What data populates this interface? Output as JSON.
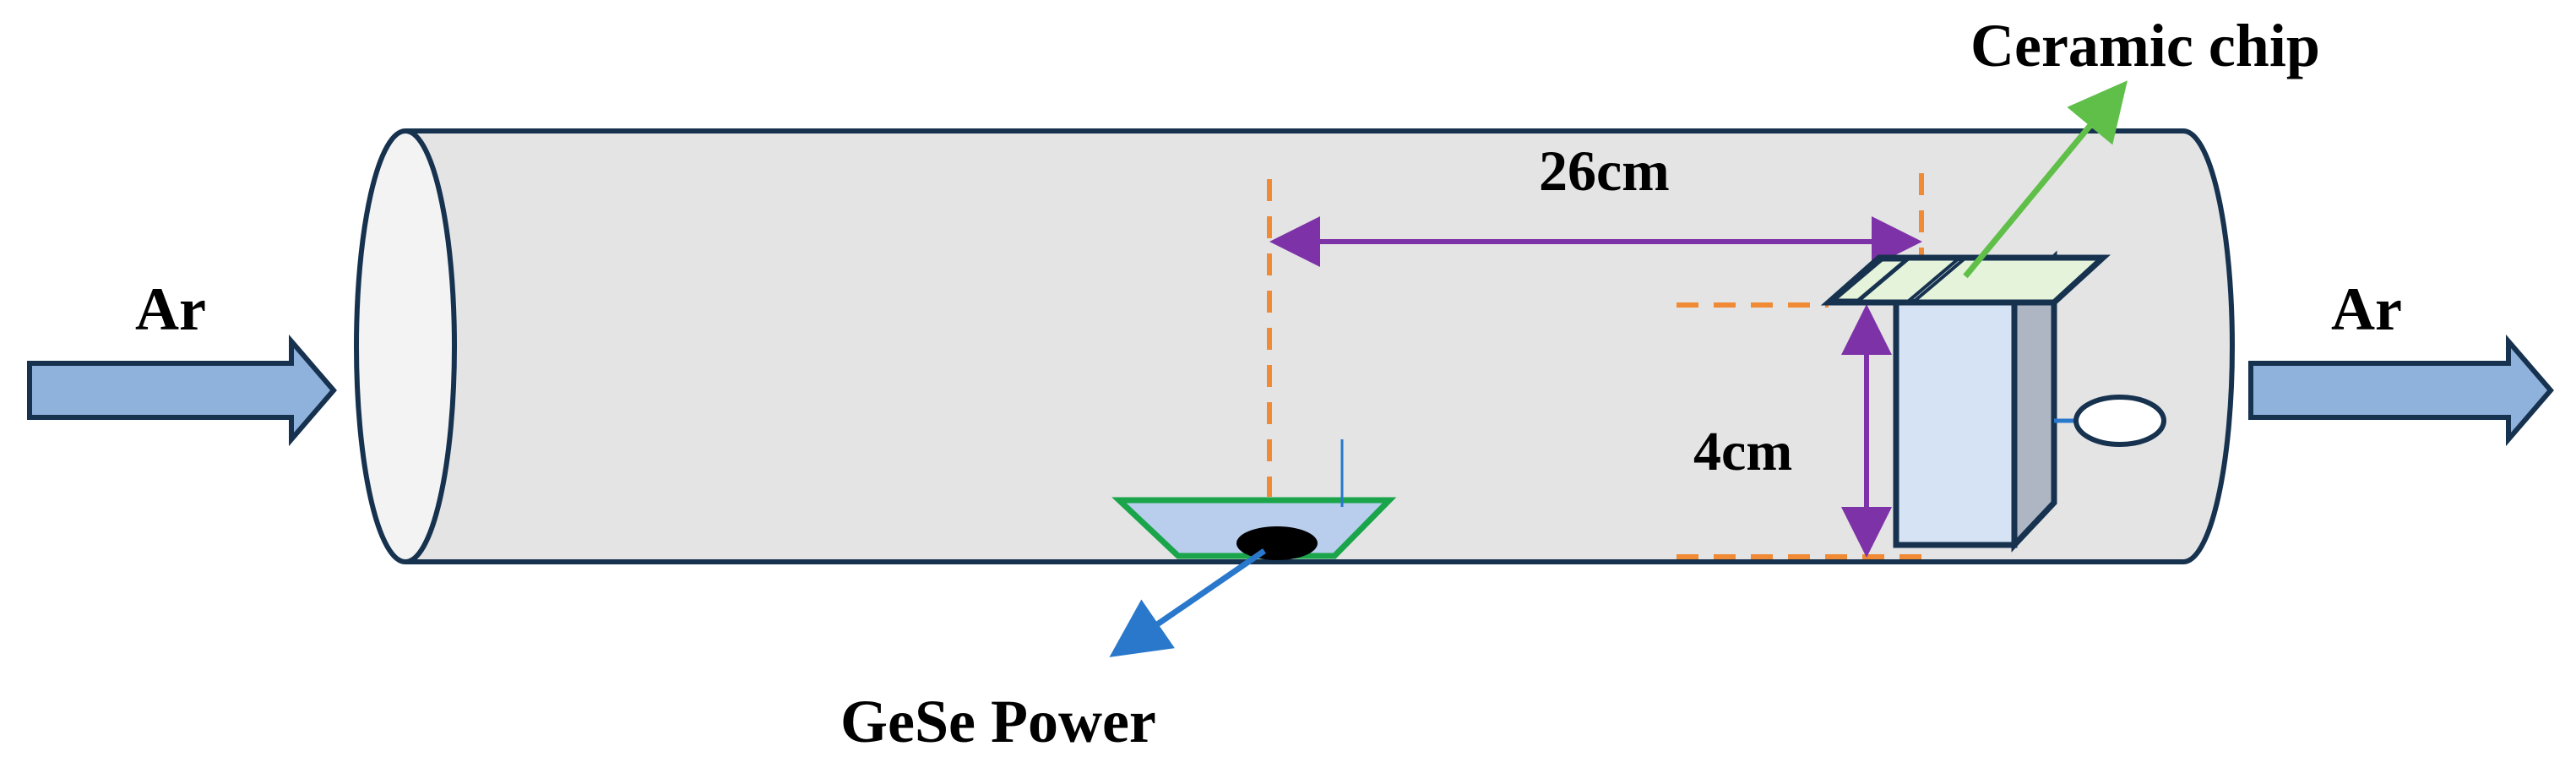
{
  "labels": {
    "ar_inlet": "Ar",
    "ar_outlet": "Ar",
    "ceramic_chip": "Ceramic chip",
    "distance_horizontal": "26cm",
    "distance_vertical": "4cm",
    "gese_powder": "GeSe Power"
  },
  "colors": {
    "tube_fill": "#e4e4e4",
    "tube_stroke": "#16324f",
    "tube_opening_fill": "#f3f3f3",
    "flow_arrow_fill": "#8fb2dc",
    "flow_arrow_stroke": "#16324f",
    "guide_line": "#f08a34",
    "dimension_line": "#7e32a8",
    "boat_fill": "#b9cdec",
    "boat_stroke": "#1aa54b",
    "powder_fill": "#000000",
    "pointer_blue": "#2a78cc",
    "pointer_green": "#5fbf49",
    "chip_fill": "#e4f3da",
    "holder_front_fill": "#d6e3f4",
    "holder_side_fill": "#aeb6c4",
    "knob_fill": "#ffffff"
  }
}
